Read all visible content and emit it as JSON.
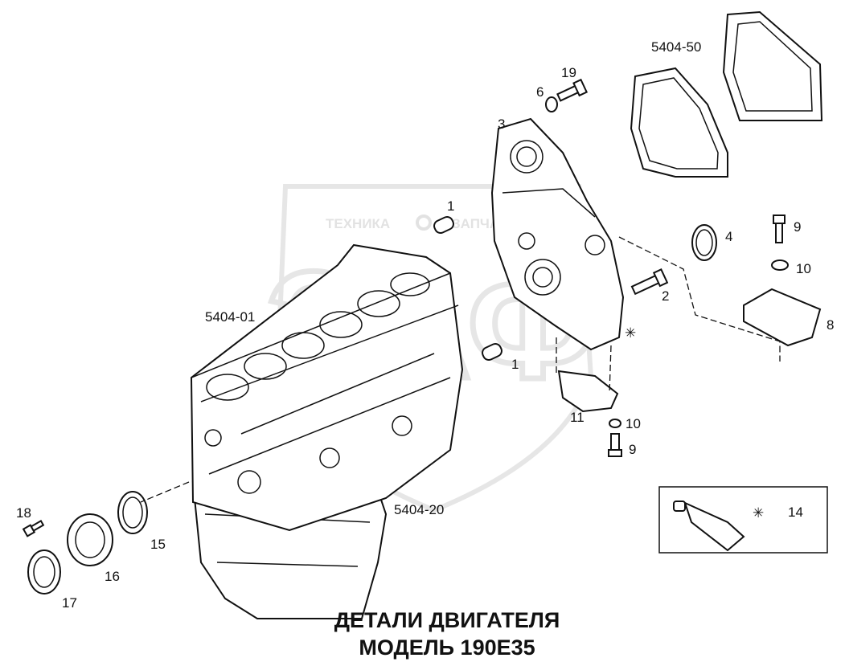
{
  "watermark": {
    "left": "ТЕХНИКА",
    "right": "ЗАПЧАСТИ",
    "emblem": "ЗАФ"
  },
  "title": {
    "line1": "ДЕТАЛИ ДВИГАТЕЛЯ",
    "line2": "МОДЕЛЬ 190Е35"
  },
  "labels": {
    "block": "5404-01",
    "sump": "5404-20",
    "gasket": "5404-50",
    "n1a": "1",
    "n1b": "1",
    "n2": "2",
    "n3": "3",
    "n4": "4",
    "n6": "6",
    "n8": "8",
    "n9a": "9",
    "n9b": "9",
    "n10a": "10",
    "n10b": "10",
    "n11": "11",
    "n14": "14",
    "n15": "15",
    "n16": "16",
    "n17": "17",
    "n18": "18",
    "n19": "19",
    "sealant_mark_a": "✳",
    "sealant_mark_b": "✳"
  }
}
